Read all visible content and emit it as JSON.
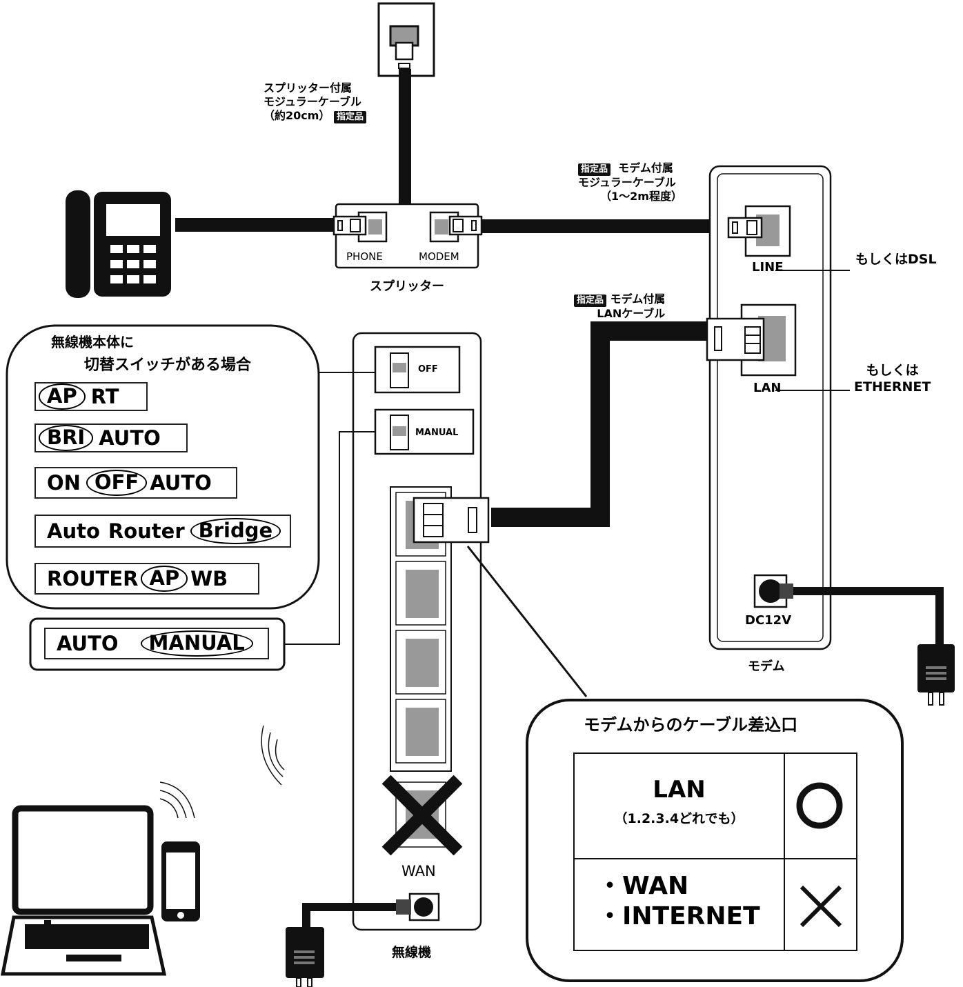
{
  "splitter_cable": {
    "line1": "スプリッター付属",
    "line2": "モジュラーケーブル",
    "line3": "（約20cm）",
    "badge": "指定品"
  },
  "modem_cable": {
    "badge": "指定品",
    "title": "モデム付属",
    "line2": "モジュラーケーブル",
    "line3": "（1～2m程度）"
  },
  "lan_cable": {
    "badge": "指定品",
    "title": "モデム付属",
    "line2": "LANケーブル"
  },
  "splitter": {
    "name": "スプリッター",
    "phone_port": "PHONE",
    "modem_port": "MODEM"
  },
  "modem": {
    "name": "モデム",
    "line_port": "LINE",
    "line_alt": "もしくはDSL",
    "lan_port": "LAN",
    "lan_alt_1": "もしくは",
    "lan_alt_2": "ETHERNET",
    "power_port": "DC12V"
  },
  "router": {
    "name": "無線機",
    "switch1_label": "OFF",
    "switch2_label": "MANUAL",
    "wan_label": "WAN"
  },
  "switch_panel": {
    "title_line1": "無線機本体に",
    "title_line2": "切替スイッチがある場合",
    "rows": [
      {
        "a": "AP",
        "b": "RT"
      },
      {
        "a": "BRI",
        "b": "AUTO"
      },
      {
        "a": "ON",
        "b": "OFF",
        "c": "AUTO"
      },
      {
        "a": "Auto",
        "b": "Router",
        "c": "Bridge"
      },
      {
        "a": "ROUTER",
        "b": "AP",
        "c": "WB"
      }
    ],
    "manual_row": {
      "a": "AUTO",
      "b": "MANUAL"
    }
  },
  "port_table": {
    "title": "モデムからのケーブル差込口",
    "row1_label": "LAN",
    "row1_sub": "（1.2.3.4どれでも）",
    "row1_mark": "〇",
    "row2_line1": "・WAN",
    "row2_line2": "・INTERNET",
    "row2_mark": "×"
  }
}
